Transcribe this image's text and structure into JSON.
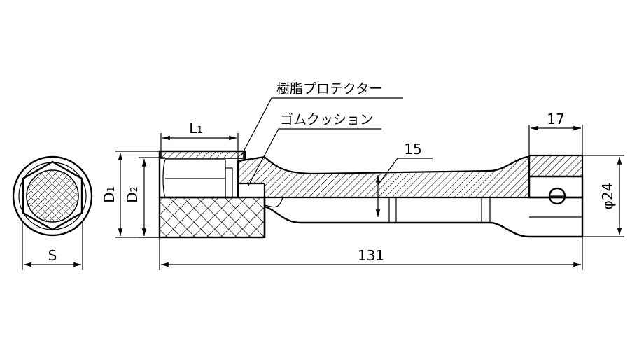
{
  "labels": {
    "resin_protector": "樹脂プロテクター",
    "rubber_cushion": "ゴムクッション",
    "S": "S",
    "D1_main": "D",
    "D1_sub": "1",
    "D2_main": "D",
    "D2_sub": "2",
    "L1_main": "L",
    "L1_sub": "1"
  },
  "dimensions": {
    "overall_length": "131",
    "square_drive": "17",
    "neck": "15",
    "diameter": "φ24"
  }
}
